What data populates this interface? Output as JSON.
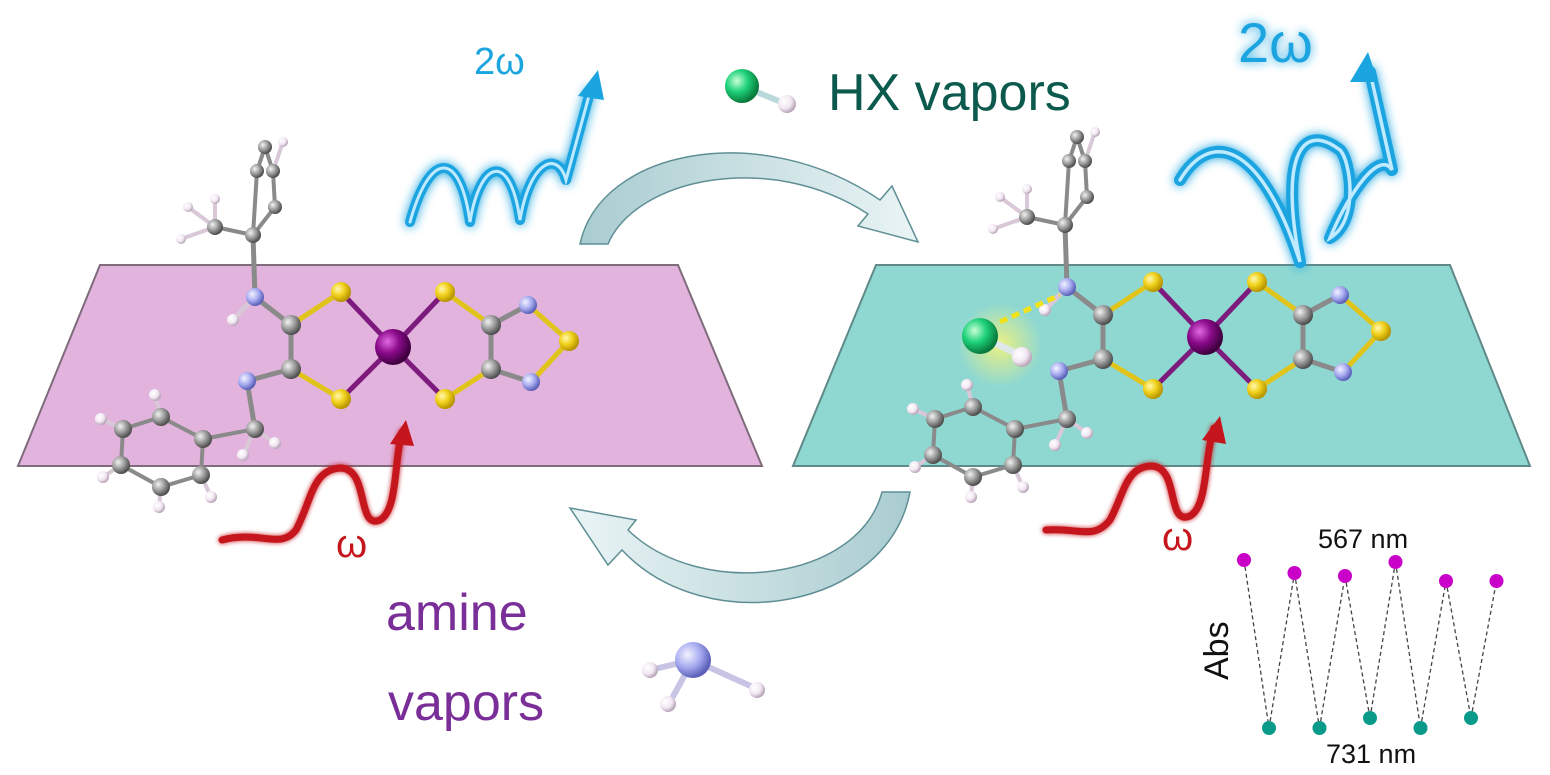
{
  "labels": {
    "omega_left": "ω",
    "two_omega_left": "2ω",
    "omega_right": "ω",
    "two_omega_right": "2ω",
    "hx_vapors": "HX vapors",
    "amine_line1": "amine",
    "amine_line2": "vapors"
  },
  "colors": {
    "film_left": "#e2b3dc",
    "film_right": "#8fd8d2",
    "wave_blue": "#1aa4e0",
    "wave_red": "#c4161c",
    "hx_text": "#0c5a4e",
    "amine_text": "#7a2e98",
    "marker_high": "#c800c8",
    "marker_low": "#0a9a8a"
  },
  "chart_data": {
    "type": "scatter",
    "ylabel": "Abs",
    "annotations": [
      "567 nm",
      "731 nm"
    ],
    "series": [
      {
        "name": "567 nm",
        "values": [
          1,
          1,
          1,
          1,
          1,
          1
        ]
      },
      {
        "name": "731 nm",
        "values": [
          0,
          0,
          0,
          0,
          0
        ]
      }
    ],
    "note_markers": [
      "magenta",
      "teal"
    ]
  }
}
